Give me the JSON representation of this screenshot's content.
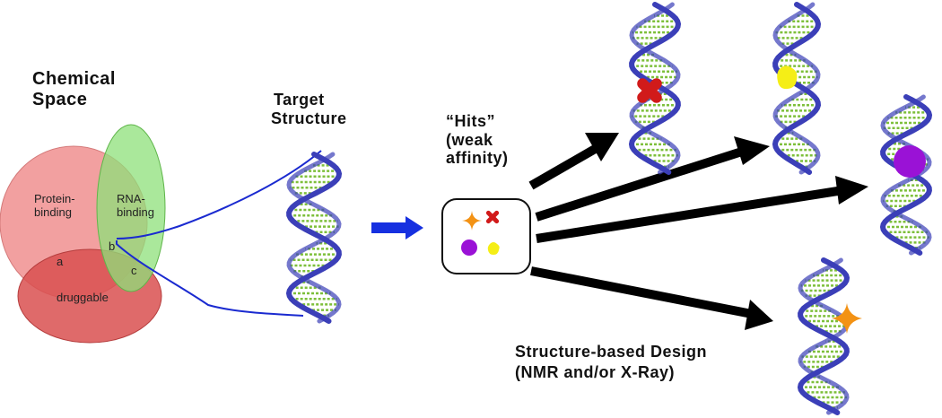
{
  "labels": {
    "chemical_space": [
      "Chemical",
      "Space"
    ],
    "target_structure": [
      "Target",
      "Structure"
    ],
    "hits": [
      "“Hits”",
      "(weak",
      "affinity)"
    ],
    "design": [
      "Structure-based Design",
      "(NMR and/or X-Ray)"
    ]
  },
  "venn": {
    "protein": [
      "Protein-",
      "binding"
    ],
    "rna": [
      "RNA-",
      "binding"
    ],
    "druggable": "druggable",
    "region_a": "a",
    "region_b": "b",
    "region_c": "c"
  },
  "colors": {
    "protein_fill": "#f08f8f",
    "rna_fill": "#8ee07a",
    "druggable_fill": "#d95050",
    "curve": "#1a2ad0",
    "arrow_blue": "#1630e0",
    "arrow_black": "#000000",
    "rna_backbone": "#3b3fb8",
    "rna_base": "#7dbf3a",
    "ligand_red": "#d11a1a",
    "ligand_yellow": "#f5ee16",
    "ligand_purple": "#9a12d6",
    "ligand_orange": "#f39214"
  },
  "icons": [
    "rna-helix-icon",
    "star-ligand-icon",
    "cross-ligand-icon",
    "circle-ligand-icon",
    "blob-ligand-icon"
  ]
}
